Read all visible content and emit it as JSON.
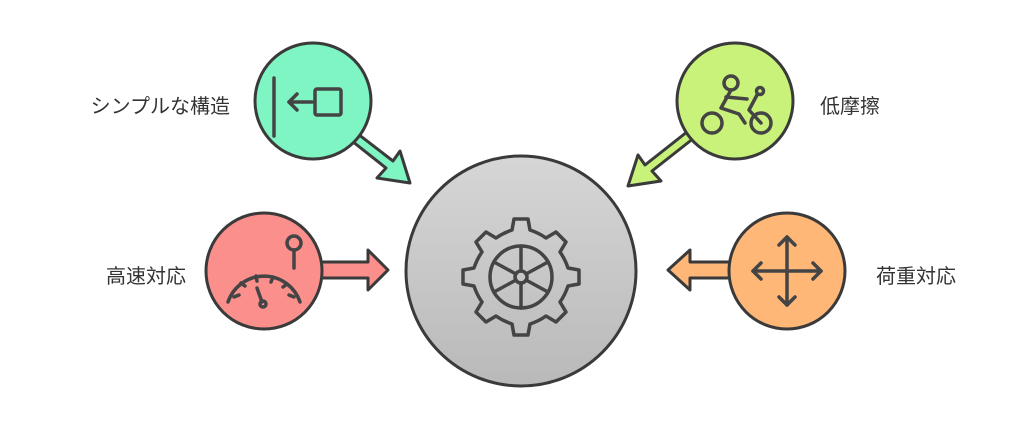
{
  "features": {
    "simple_structure": {
      "label": "シンプルな構造",
      "color": "#7FF5C3",
      "icon": "exit-box-icon"
    },
    "low_friction": {
      "label": "低摩擦",
      "color": "#C9F27A",
      "icon": "cyclist-icon"
    },
    "high_speed": {
      "label": "高速対応",
      "color": "#FA8F8C",
      "icon": "speedometer-icon"
    },
    "load_support": {
      "label": "荷重対応",
      "color": "#FFB778",
      "icon": "move-arrows-icon"
    }
  },
  "center": {
    "color": "#C8C8C8",
    "icon": "gear-wheel-icon"
  },
  "outline_color": "#3A3A3A"
}
